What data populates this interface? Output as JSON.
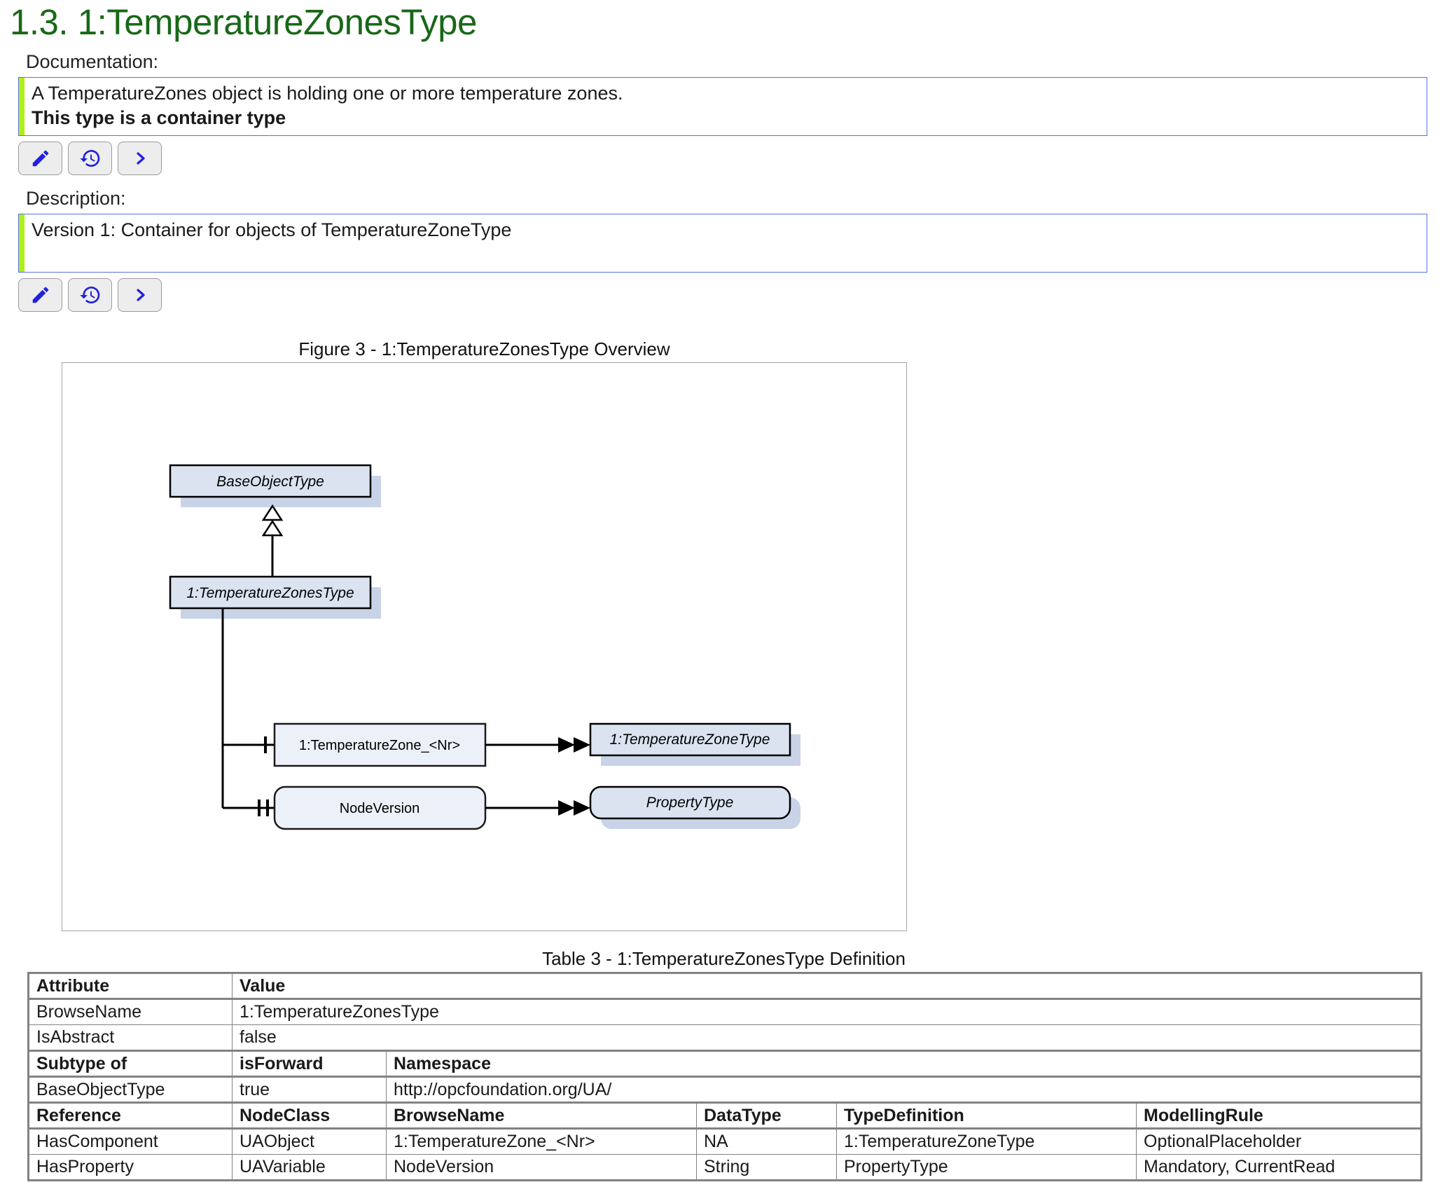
{
  "page": {
    "heading": "1.3. 1:TemperatureZonesType"
  },
  "documentation": {
    "label": "Documentation:",
    "line1": "A TemperatureZones object is holding one or more temperature zones.",
    "line2": "This type is a container type"
  },
  "description": {
    "label": "Description:",
    "text": "Version 1: Container for objects of TemperatureZoneType"
  },
  "toolbar": {
    "buttons": [
      {
        "icon": "pencil-icon"
      },
      {
        "icon": "history-icon"
      },
      {
        "icon": "chevron-right-icon"
      }
    ]
  },
  "figure": {
    "caption": "Figure 3 - 1:TemperatureZonesType Overview",
    "nodes": {
      "base_type": "BaseObjectType",
      "main_type": "1:TemperatureZonesType",
      "component": "1:TemperatureZone_<Nr>",
      "component_type": "1:TemperatureZoneType",
      "property": "NodeVersion",
      "property_type": "PropertyType"
    }
  },
  "table": {
    "caption": "Table 3 - 1:TemperatureZonesType Definition",
    "attr_header": [
      "Attribute",
      "Value"
    ],
    "attr_rows": [
      [
        "BrowseName",
        "1:TemperatureZonesType"
      ],
      [
        "IsAbstract",
        "false"
      ]
    ],
    "subtype_header": [
      "Subtype of",
      "isForward",
      "Namespace"
    ],
    "subtype_rows": [
      [
        "BaseObjectType",
        "true",
        "http://opcfoundation.org/UA/"
      ]
    ],
    "ref_header": [
      "Reference",
      "NodeClass",
      "BrowseName",
      "DataType",
      "TypeDefinition",
      "ModellingRule"
    ],
    "ref_rows": [
      [
        "HasComponent",
        "UAObject",
        "1:TemperatureZone_<Nr>",
        "NA",
        "1:TemperatureZoneType",
        "OptionalPlaceholder"
      ],
      [
        "HasProperty",
        "UAVariable",
        "NodeVersion",
        "String",
        "PropertyType",
        "Mandatory, CurrentRead"
      ]
    ]
  },
  "colors": {
    "heading_green": "#186818",
    "note_border_blue": "#5572e8",
    "note_stripe_green": "#aef017",
    "icon_blue": "#2121df",
    "diagram_node_fill": "#dbe3f1",
    "diagram_node_shadow": "#c9d3e8",
    "table_border_gray": "#828282"
  }
}
